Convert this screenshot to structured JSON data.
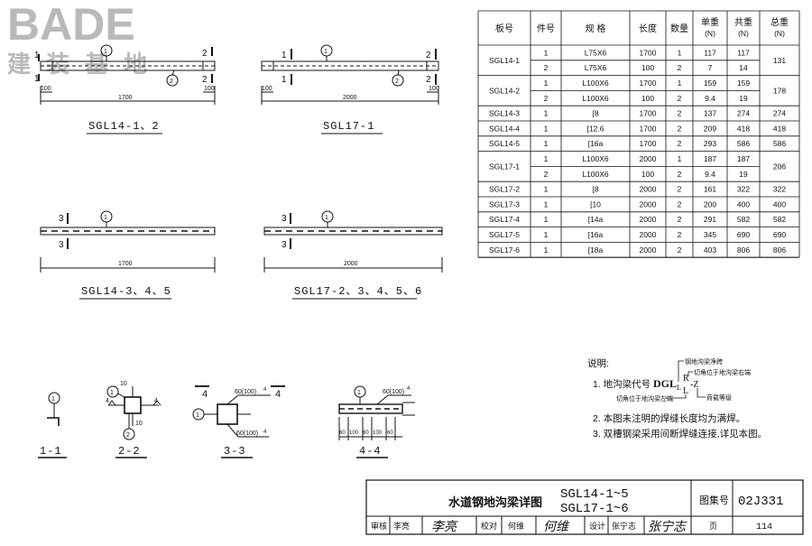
{
  "logo": {
    "main": "BADE",
    "sub": "建 装 基 地"
  },
  "drawings": [
    {
      "id": "sgl14_12",
      "title": "SGL14-1、2",
      "length": "1700",
      "end_dim": "100",
      "marks_left": "1",
      "marks_right": "2",
      "circle_top": "1",
      "circle_bottom": "2"
    },
    {
      "id": "sgl17_1",
      "title": "SGL17-1",
      "length": "2000",
      "end_dim": "100",
      "marks_left": "1",
      "marks_right": "2",
      "circle_top": "1",
      "circle_bottom": "2"
    },
    {
      "id": "sgl14_345",
      "title": "SGL14-3、4、5",
      "length": "1700",
      "marks": "3",
      "circle_top": "1"
    },
    {
      "id": "sgl17_23456",
      "title": "SGL17-2、3、4、5、6",
      "length": "2000",
      "marks": "3",
      "circle_top": "1"
    }
  ],
  "sections": {
    "s11": {
      "label": "1-1",
      "circle": "1"
    },
    "s22": {
      "label": "2-2",
      "circle_top": "1",
      "circle_bottom": "2",
      "dim_top": "10",
      "dim_bottom": "10",
      "weld": "4"
    },
    "s33": {
      "label": "3-3",
      "mark": "4",
      "dim_top": "60(100)",
      "dim_bottom": "60(100)",
      "weld": "4",
      "circle": "1"
    },
    "s44": {
      "label": "4-4",
      "circle": "1",
      "dim_top": "60(100)",
      "weld": "4",
      "dims": [
        "60",
        "100",
        "60",
        "100",
        "60"
      ]
    }
  },
  "table": {
    "headers": [
      "板号",
      "件号",
      "规 格",
      "长度",
      "数量",
      "单重",
      "共重",
      "总重"
    ],
    "units": [
      "(N)",
      "(N)",
      "(N)"
    ],
    "rows": [
      {
        "board": "SGL14-1",
        "parts": [
          [
            "1",
            "L75X6",
            "1700",
            "1",
            "117",
            "117"
          ],
          [
            "2",
            "L75X6",
            "100",
            "2",
            "7",
            "14"
          ]
        ],
        "total": "131"
      },
      {
        "board": "SGL14-2",
        "parts": [
          [
            "1",
            "L100X6",
            "1700",
            "1",
            "159",
            "159"
          ],
          [
            "2",
            "L100X6",
            "100",
            "2",
            "9.4",
            "19"
          ]
        ],
        "total": "178"
      },
      {
        "board": "SGL14-3",
        "parts": [
          [
            "1",
            "[8",
            "1700",
            "2",
            "137",
            "274"
          ]
        ],
        "total": "274"
      },
      {
        "board": "SGL14-4",
        "parts": [
          [
            "1",
            "[12.6",
            "1700",
            "2",
            "209",
            "418"
          ]
        ],
        "total": "418"
      },
      {
        "board": "SGL14-5",
        "parts": [
          [
            "1",
            "[16a",
            "1700",
            "2",
            "293",
            "586"
          ]
        ],
        "total": "586"
      },
      {
        "board": "SGL17-1",
        "parts": [
          [
            "1",
            "L100X6",
            "2000",
            "1",
            "187",
            "187"
          ],
          [
            "2",
            "L100X6",
            "100",
            "2",
            "9.4",
            "19"
          ]
        ],
        "total": "206"
      },
      {
        "board": "SGL17-2",
        "parts": [
          [
            "1",
            "[8",
            "2000",
            "2",
            "161",
            "322"
          ]
        ],
        "total": "322"
      },
      {
        "board": "SGL17-3",
        "parts": [
          [
            "1",
            "[10",
            "2000",
            "2",
            "200",
            "400"
          ]
        ],
        "total": "400"
      },
      {
        "board": "SGL17-4",
        "parts": [
          [
            "1",
            "[14a",
            "2000",
            "2",
            "291",
            "582"
          ]
        ],
        "total": "582"
      },
      {
        "board": "SGL17-5",
        "parts": [
          [
            "1",
            "[16a",
            "2000",
            "2",
            "345",
            "690"
          ]
        ],
        "total": "690"
      },
      {
        "board": "SGL17-6",
        "parts": [
          [
            "1",
            "[18a",
            "2000",
            "2",
            "403",
            "806"
          ]
        ],
        "total": "806"
      }
    ]
  },
  "notes": {
    "heading": "说明:",
    "item1_prefix": "1. 地沟梁代号",
    "code": "DGL",
    "code_sub": "L",
    "code_r": "R",
    "code_l": "L",
    "code_z": "-Z",
    "ann_top": "钢地沟梁净跨",
    "ann_right": "切角位于地沟梁右端",
    "ann_load": "荷载等级",
    "ann_left": "切角位于地沟梁左端",
    "item2": "2. 本图未注明的焊缝长度均为满焊。",
    "item3": "3. 双槽钢梁采用间断焊缝连接,详见本图。"
  },
  "title_block": {
    "title": "水道钢地沟梁详图",
    "code1": "SGL14-1~5",
    "code2": "SGL17-1~6",
    "atlas_label": "图集号",
    "atlas_no": "02J331",
    "review_label": "审核",
    "review_name": "李亮",
    "check_label": "校对",
    "check_name": "何维",
    "design_label": "设计",
    "design_name": "张宁志",
    "page_label": "页",
    "page_no": "114",
    "sig_review": "李亮",
    "sig_check": "何维",
    "sig_design": "张宁志"
  }
}
